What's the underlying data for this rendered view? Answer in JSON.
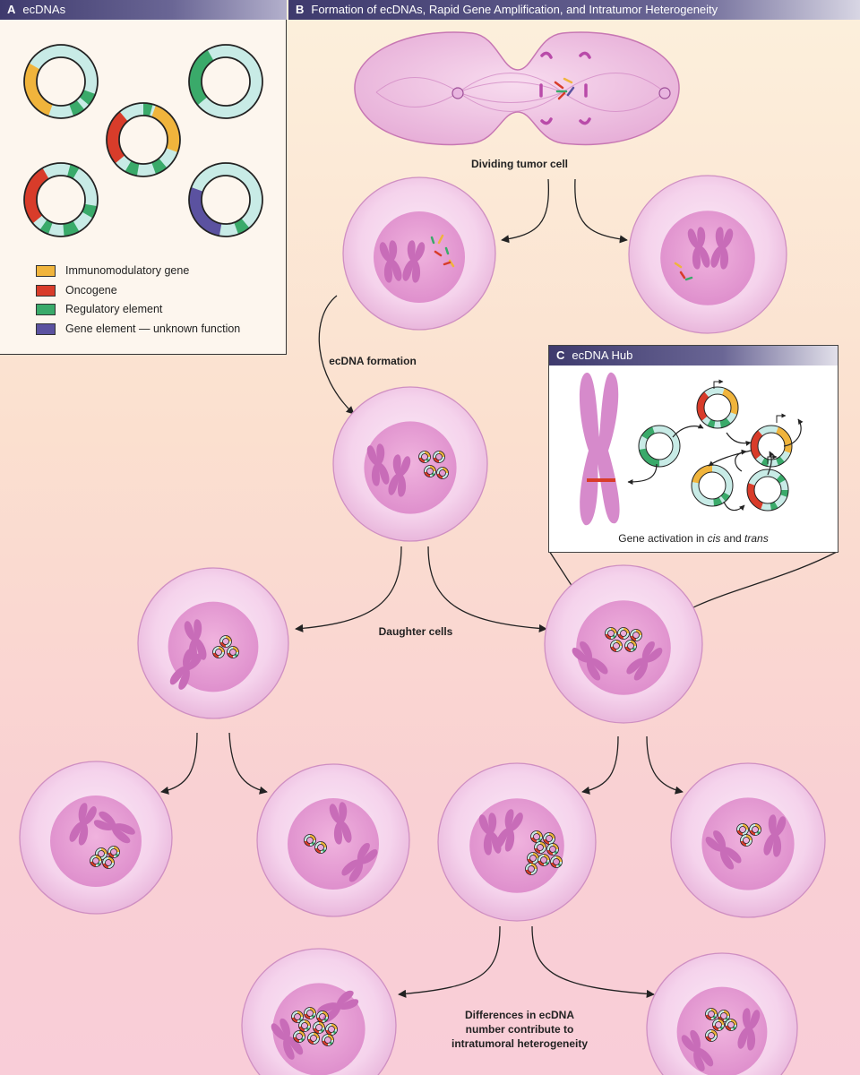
{
  "panels": {
    "a": {
      "letter": "A",
      "title": "ecDNAs"
    },
    "b": {
      "letter": "B",
      "title": "Formation of ecDNAs, Rapid Gene Amplification, and Intratumor Heterogeneity"
    },
    "c": {
      "letter": "C",
      "title": "ecDNA Hub"
    }
  },
  "legend": [
    {
      "label": "Immunomodulatory gene",
      "color": "#f0b43c"
    },
    {
      "label": "Oncogene",
      "color": "#d83c2a"
    },
    {
      "label": "Regulatory element",
      "color": "#3aaa6a"
    },
    {
      "label": "Gene element — unknown function",
      "color": "#5b52a0"
    }
  ],
  "labels": {
    "dividing_cell": "Dividing tumor cell",
    "ecdna_formation": "ecDNA formation",
    "daughter_cells": "Daughter cells",
    "differences_line1": "Differences in ecDNA",
    "differences_line2": "number contribute to",
    "differences_line3": "intratumoral heterogeneity",
    "gene_activation_prefix": "Gene activation in ",
    "gene_activation_cis": "cis",
    "gene_activation_and": " and ",
    "gene_activation_trans": "trans"
  },
  "colors": {
    "ring_base": "#c8ebe6",
    "chromosome": "#c86cb8",
    "nucleus": "#e9a6d6",
    "cell": "#fae6f5",
    "panel_header": "#4a4678"
  }
}
